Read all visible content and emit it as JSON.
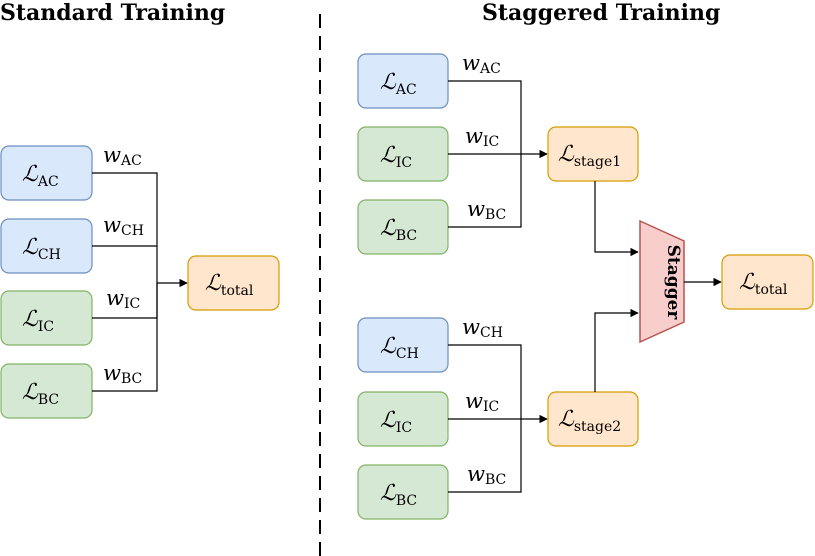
{
  "headings": {
    "standard": "Standard Training",
    "staggered": "Staggered Training"
  },
  "colors": {
    "blue_fill": "#dae8fc",
    "blue_stroke": "#6c8ebf",
    "green_fill": "#d5e8d4",
    "green_stroke": "#82b366",
    "orange_fill": "#ffe6cc",
    "orange_stroke": "#d79b00",
    "red_fill": "#f8cecc",
    "red_stroke": "#b85450"
  },
  "standard": {
    "losses": [
      {
        "symbol": "ℒ",
        "sub": "AC",
        "weight": "w",
        "weight_sub": "AC",
        "color": "blue"
      },
      {
        "symbol": "ℒ",
        "sub": "CH",
        "weight": "w",
        "weight_sub": "CH",
        "color": "blue"
      },
      {
        "symbol": "ℒ",
        "sub": "IC",
        "weight": "w",
        "weight_sub": "IC",
        "color": "green"
      },
      {
        "symbol": "ℒ",
        "sub": "BC",
        "weight": "w",
        "weight_sub": "BC",
        "color": "green"
      }
    ],
    "total": {
      "symbol": "ℒ",
      "sub": "total"
    }
  },
  "staggered": {
    "stage1_losses": [
      {
        "symbol": "ℒ",
        "sub": "AC",
        "weight": "w",
        "weight_sub": "AC",
        "color": "blue"
      },
      {
        "symbol": "ℒ",
        "sub": "IC",
        "weight": "w",
        "weight_sub": "IC",
        "color": "green"
      },
      {
        "symbol": "ℒ",
        "sub": "BC",
        "weight": "w",
        "weight_sub": "BC",
        "color": "green"
      }
    ],
    "stage2_losses": [
      {
        "symbol": "ℒ",
        "sub": "CH",
        "weight": "w",
        "weight_sub": "CH",
        "color": "blue"
      },
      {
        "symbol": "ℒ",
        "sub": "IC",
        "weight": "w",
        "weight_sub": "IC",
        "color": "green"
      },
      {
        "symbol": "ℒ",
        "sub": "BC",
        "weight": "w",
        "weight_sub": "BC",
        "color": "green"
      }
    ],
    "stage1": {
      "symbol": "ℒ",
      "sub": "stage1"
    },
    "stage2": {
      "symbol": "ℒ",
      "sub": "stage2"
    },
    "stagger_label": "Stagger",
    "total": {
      "symbol": "ℒ",
      "sub": "total"
    }
  }
}
